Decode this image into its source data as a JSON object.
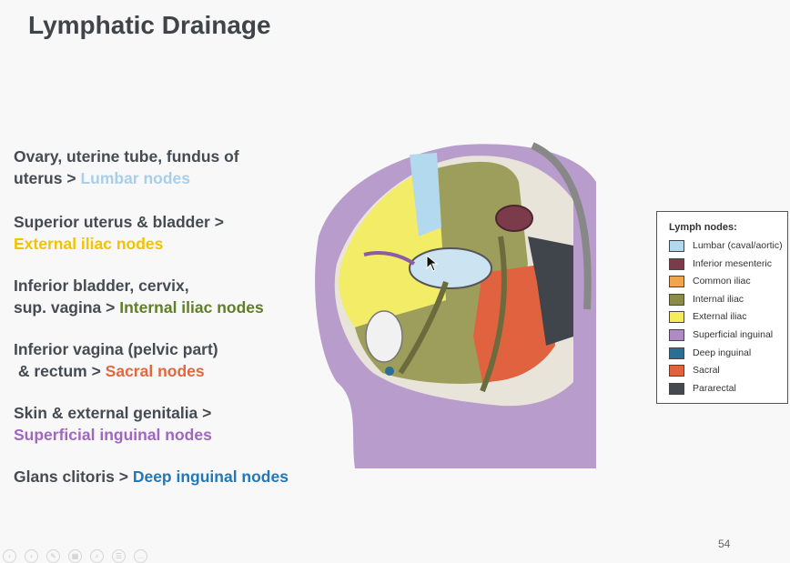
{
  "slide": {
    "title": "Lymphatic Drainage",
    "page_number": "54"
  },
  "bullets": [
    {
      "lines": [
        {
          "parts": [
            {
              "text": "Ovary, uterine tube, fundus of",
              "color": "#454b52"
            }
          ]
        },
        {
          "parts": [
            {
              "text": "uterus > ",
              "color": "#454b52"
            },
            {
              "text": "Lumbar nodes",
              "color": "#a9cfe8"
            }
          ]
        }
      ]
    },
    {
      "lines": [
        {
          "parts": [
            {
              "text": "Superior uterus & bladder >",
              "color": "#454b52"
            }
          ]
        },
        {
          "parts": [
            {
              "text": "External iliac nodes",
              "color": "#f2c300"
            }
          ]
        }
      ]
    },
    {
      "lines": [
        {
          "parts": [
            {
              "text": "Inferior bladder, cervix,",
              "color": "#454b52"
            }
          ]
        },
        {
          "parts": [
            {
              "text": "sup. vagina > ",
              "color": "#454b52"
            },
            {
              "text": "Internal iliac nodes",
              "color": "#5f7f25"
            }
          ]
        }
      ]
    },
    {
      "lines": [
        {
          "parts": [
            {
              "text": "Inferior vagina (pelvic part)",
              "color": "#454b52"
            }
          ]
        },
        {
          "parts": [
            {
              "text": " & rectum > ",
              "color": "#454b52"
            },
            {
              "text": "Sacral nodes",
              "color": "#e0673f"
            }
          ]
        }
      ]
    },
    {
      "lines": [
        {
          "parts": [
            {
              "text": "Skin & external genitalia >",
              "color": "#454b52"
            }
          ]
        },
        {
          "parts": [
            {
              "text": "Superficial inguinal nodes",
              "color": "#a066c0"
            }
          ]
        }
      ]
    },
    {
      "lines": [
        {
          "parts": [
            {
              "text": "Glans clitoris > ",
              "color": "#454b52"
            },
            {
              "text": "Deep inguinal nodes",
              "color": "#2378b7"
            }
          ]
        }
      ]
    }
  ],
  "legend": {
    "title": "Lymph nodes:",
    "items": [
      {
        "label": "Lumbar (caval/aortic)",
        "color": "#b3d9ef"
      },
      {
        "label": "Inferior mesenteric",
        "color": "#7b3b4a"
      },
      {
        "label": "Common iliac",
        "color": "#f0a64c"
      },
      {
        "label": "Internal iliac",
        "color": "#8c8c4a"
      },
      {
        "label": "External iliac",
        "color": "#f4ec5a"
      },
      {
        "label": "Superficial inguinal",
        "color": "#b08ac4"
      },
      {
        "label": "Deep inguinal",
        "color": "#2a6f94"
      },
      {
        "label": "Sacral",
        "color": "#e0623f"
      },
      {
        "label": "Pararectal",
        "color": "#444a50"
      }
    ]
  },
  "illustration": {
    "icon": "pelvis-sagittal-section-illustration",
    "colors": {
      "body": "#b89ccc",
      "lumbar": "#b3d9ef",
      "external_iliac": "#f4ec5a",
      "internal_iliac": "#9a9a55",
      "sacral": "#e0623f",
      "pararectal": "#3f454a",
      "bladder": "#cce4f2",
      "bone": "#e8e2d8"
    }
  },
  "presenter_controls": [
    {
      "icon": "prev-icon"
    },
    {
      "icon": "next-icon"
    },
    {
      "icon": "pen-icon"
    },
    {
      "icon": "slides-icon"
    },
    {
      "icon": "zoom-icon"
    },
    {
      "icon": "menu-icon"
    },
    {
      "icon": "more-icon"
    }
  ]
}
